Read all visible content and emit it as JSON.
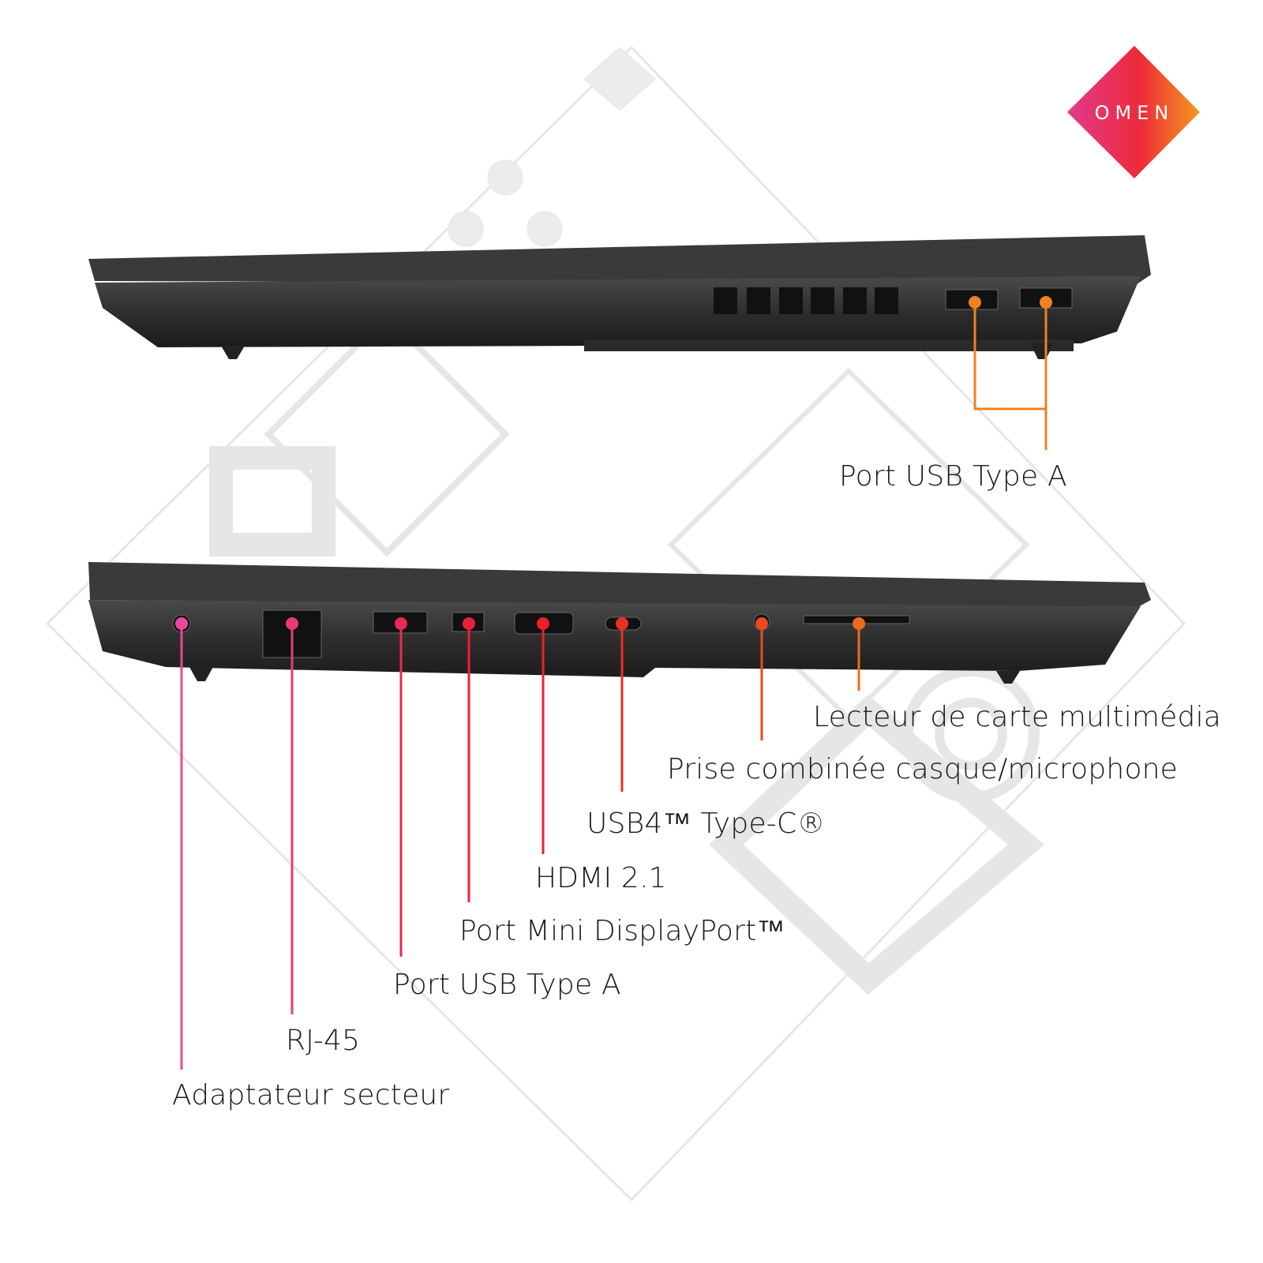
{
  "brand": {
    "logo_text": "OMEN",
    "gradient": [
      "#e03a8c",
      "#ee2a3a",
      "#f39a1e"
    ]
  },
  "top_view": {
    "callouts": [
      {
        "label": "Port USB Type A",
        "color": "#f08020"
      }
    ]
  },
  "bottom_view": {
    "callouts": [
      {
        "label": "Adaptateur secteur",
        "color": "#e8479e"
      },
      {
        "label": "RJ-45",
        "color": "#e83a7a"
      },
      {
        "label": "Port USB Type A",
        "color": "#e82a52"
      },
      {
        "label": "Port Mini DisplayPort™",
        "color": "#e82236"
      },
      {
        "label": "HDMI 2.1",
        "color": "#e8222a"
      },
      {
        "label": "USB4™ Type-C®",
        "color": "#e83022"
      },
      {
        "label": "Prise combinée casque/microphone",
        "color": "#ea4a1e"
      },
      {
        "label": "Lecteur de carte multimédia",
        "color": "#ee6a1e"
      }
    ]
  }
}
